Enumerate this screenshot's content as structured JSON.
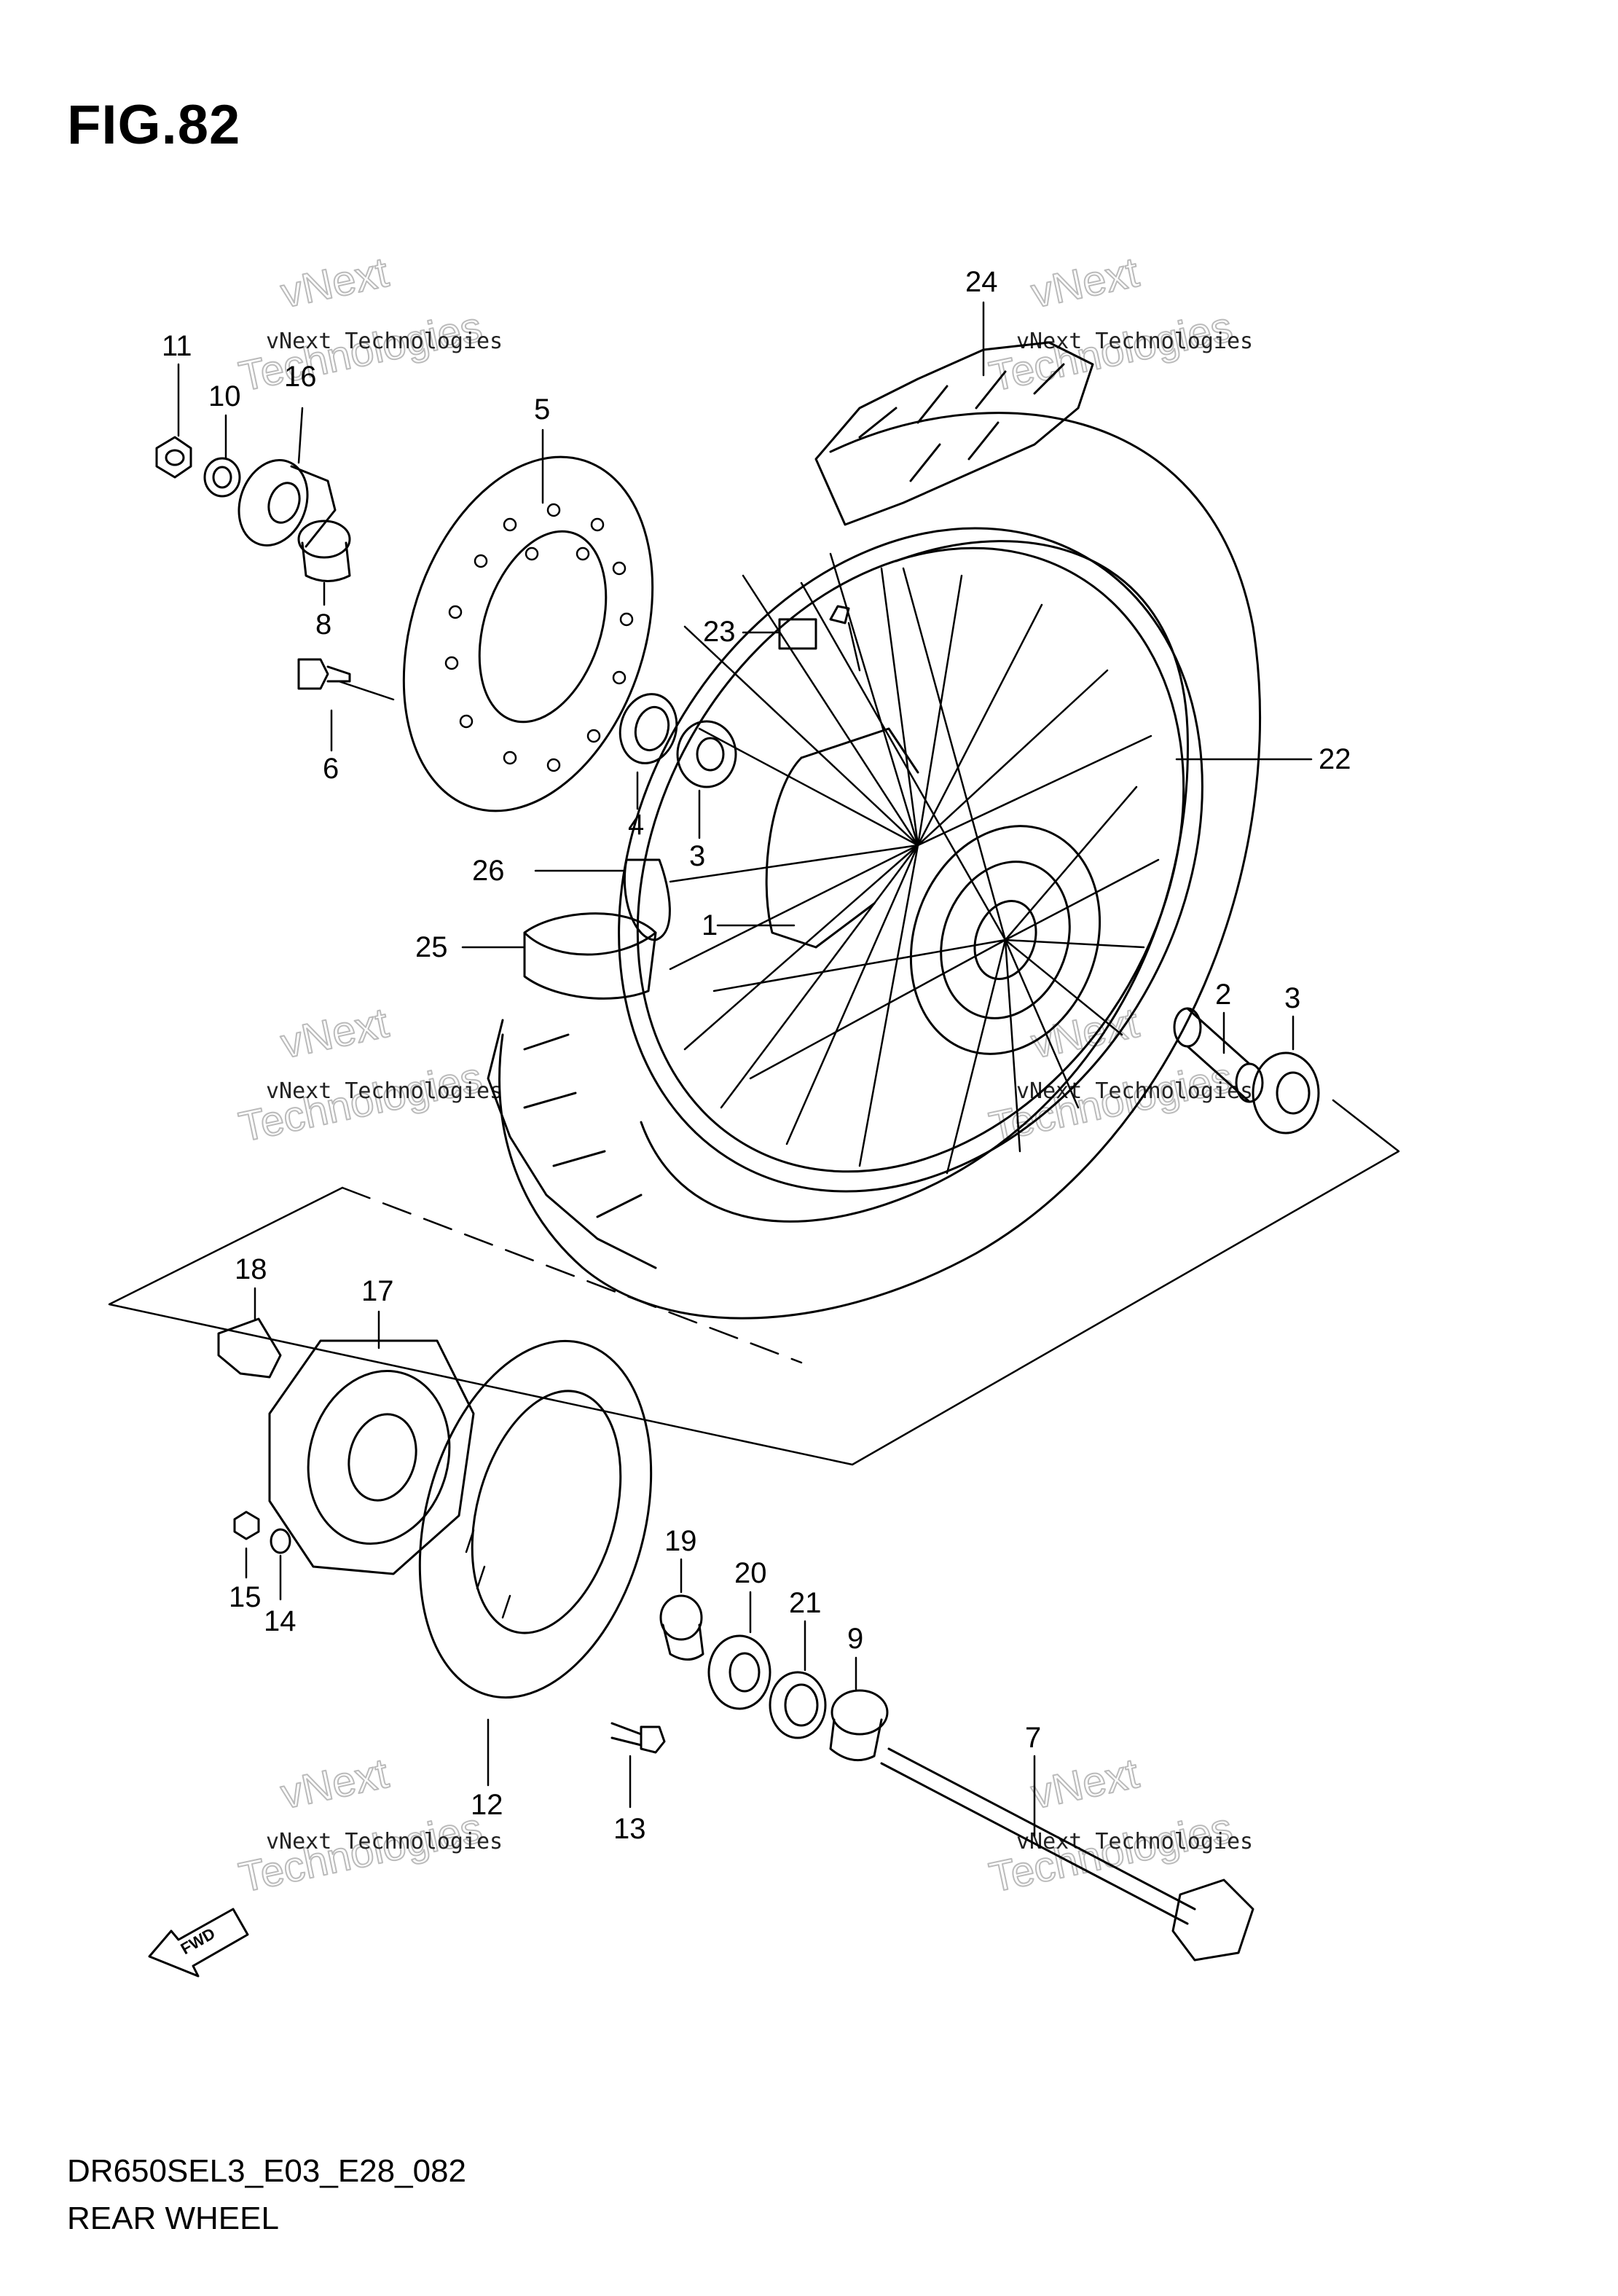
{
  "figure": {
    "title": "FIG.82",
    "code": "DR650SEL3_E03_E28_082",
    "name": "REAR WHEEL"
  },
  "fwd_label": "FWD",
  "watermark": {
    "line1": "vNext Technologies",
    "big_a": "vNext",
    "big_b": "Technologies"
  },
  "callouts": [
    {
      "id": "1",
      "label": "1"
    },
    {
      "id": "2",
      "label": "2"
    },
    {
      "id": "3a",
      "label": "3"
    },
    {
      "id": "3b",
      "label": "3"
    },
    {
      "id": "4",
      "label": "4"
    },
    {
      "id": "5",
      "label": "5"
    },
    {
      "id": "6",
      "label": "6"
    },
    {
      "id": "7",
      "label": "7"
    },
    {
      "id": "8",
      "label": "8"
    },
    {
      "id": "9",
      "label": "9"
    },
    {
      "id": "10",
      "label": "10"
    },
    {
      "id": "11",
      "label": "11"
    },
    {
      "id": "12",
      "label": "12"
    },
    {
      "id": "13",
      "label": "13"
    },
    {
      "id": "14",
      "label": "14"
    },
    {
      "id": "15",
      "label": "15"
    },
    {
      "id": "16",
      "label": "16"
    },
    {
      "id": "17",
      "label": "17"
    },
    {
      "id": "18",
      "label": "18"
    },
    {
      "id": "19",
      "label": "19"
    },
    {
      "id": "20",
      "label": "20"
    },
    {
      "id": "21",
      "label": "21"
    },
    {
      "id": "22",
      "label": "22"
    },
    {
      "id": "23",
      "label": "23"
    },
    {
      "id": "24",
      "label": "24"
    },
    {
      "id": "25",
      "label": "25"
    },
    {
      "id": "26",
      "label": "26"
    }
  ]
}
